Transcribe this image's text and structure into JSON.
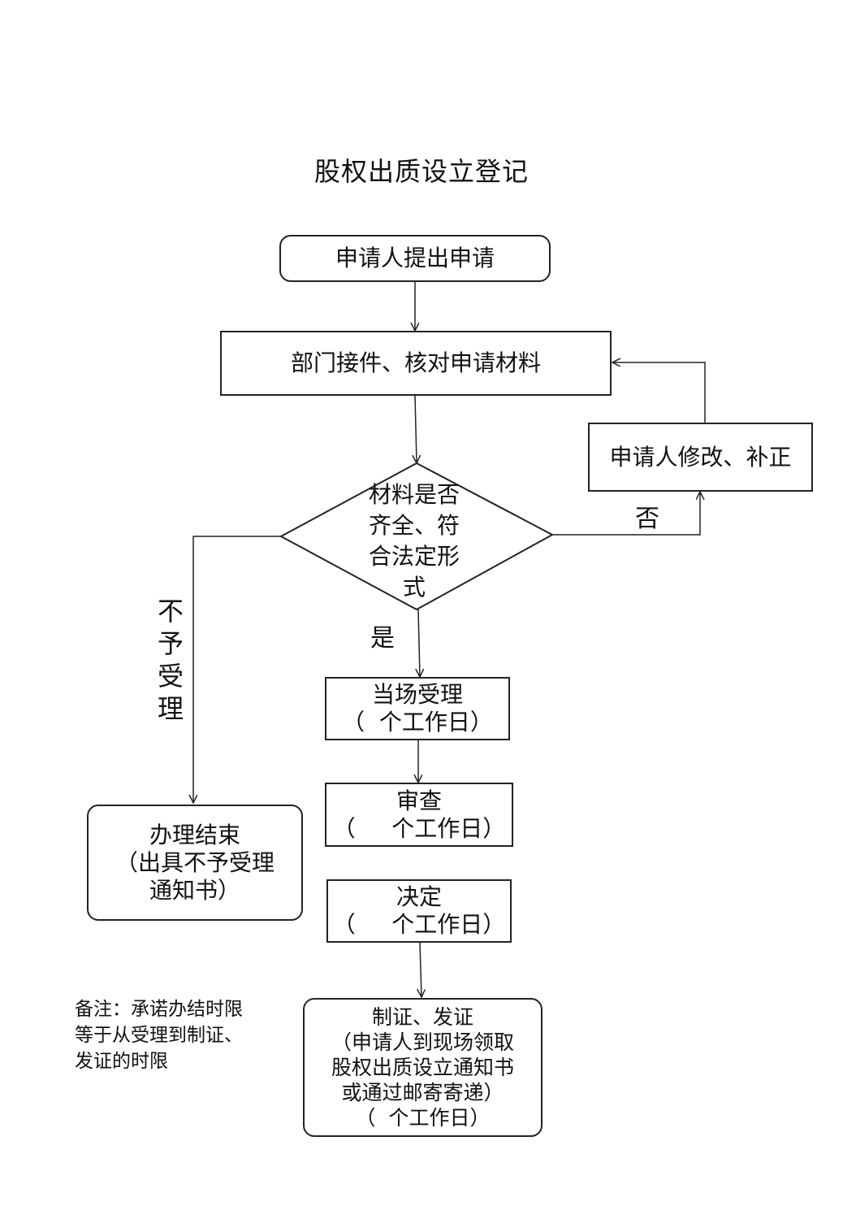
{
  "title": "股权出质设立登记",
  "nodes": {
    "apply": "申请人提出申请",
    "receive": "部门接件、核对申请材料",
    "check": [
      "材料是否",
      "齐全、符",
      "合法定形",
      "式"
    ],
    "amend": "申请人修改、补正",
    "accept": [
      "当场受理",
      "（  个工作日）"
    ],
    "review": [
      "审查",
      "（     个工作日）"
    ],
    "decide": [
      "决定",
      "（     个工作日）"
    ],
    "issue": [
      "制证、发证",
      "（申请人到现场领取",
      "股权出质设立通知书",
      "或通过邮寄寄递）",
      "（  个工作日）"
    ],
    "end": [
      "办理结束",
      "（出具不予受理",
      "通知书）"
    ]
  },
  "edge_labels": {
    "no": "否",
    "yes": "是",
    "reject": [
      "不",
      "予",
      "受",
      "理"
    ]
  },
  "note": [
    "备注：承诺办结时限",
    "等于从受理到制证、",
    "发证的时限"
  ]
}
